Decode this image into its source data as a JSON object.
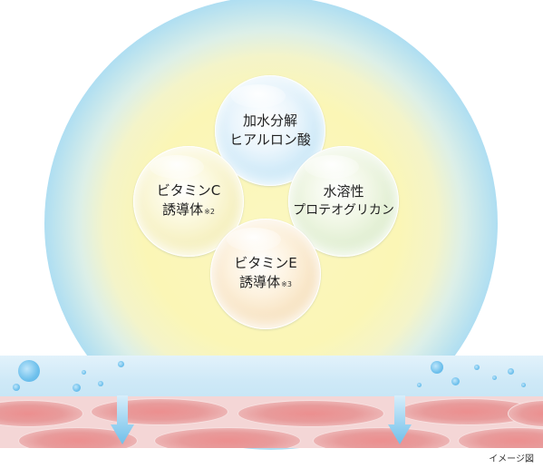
{
  "spheres": {
    "top": {
      "line1": "加水分解",
      "line2": "ヒアルロン酸",
      "note": ""
    },
    "left": {
      "line1": "ビタミンC",
      "line2": "誘導体",
      "note": "※2"
    },
    "right": {
      "line1": "水溶性",
      "line2": "プロテオグリカン",
      "note": ""
    },
    "bottom": {
      "line1": "ビタミンE",
      "line2": "誘導体",
      "note": "※3"
    }
  },
  "caption": "イメージ図",
  "colors": {
    "halo_center": "#fbf7bf",
    "halo_rim": "#7fcbef",
    "skin_cells": "#ec8f8f",
    "moisture_dots": "#6ec0ec"
  }
}
